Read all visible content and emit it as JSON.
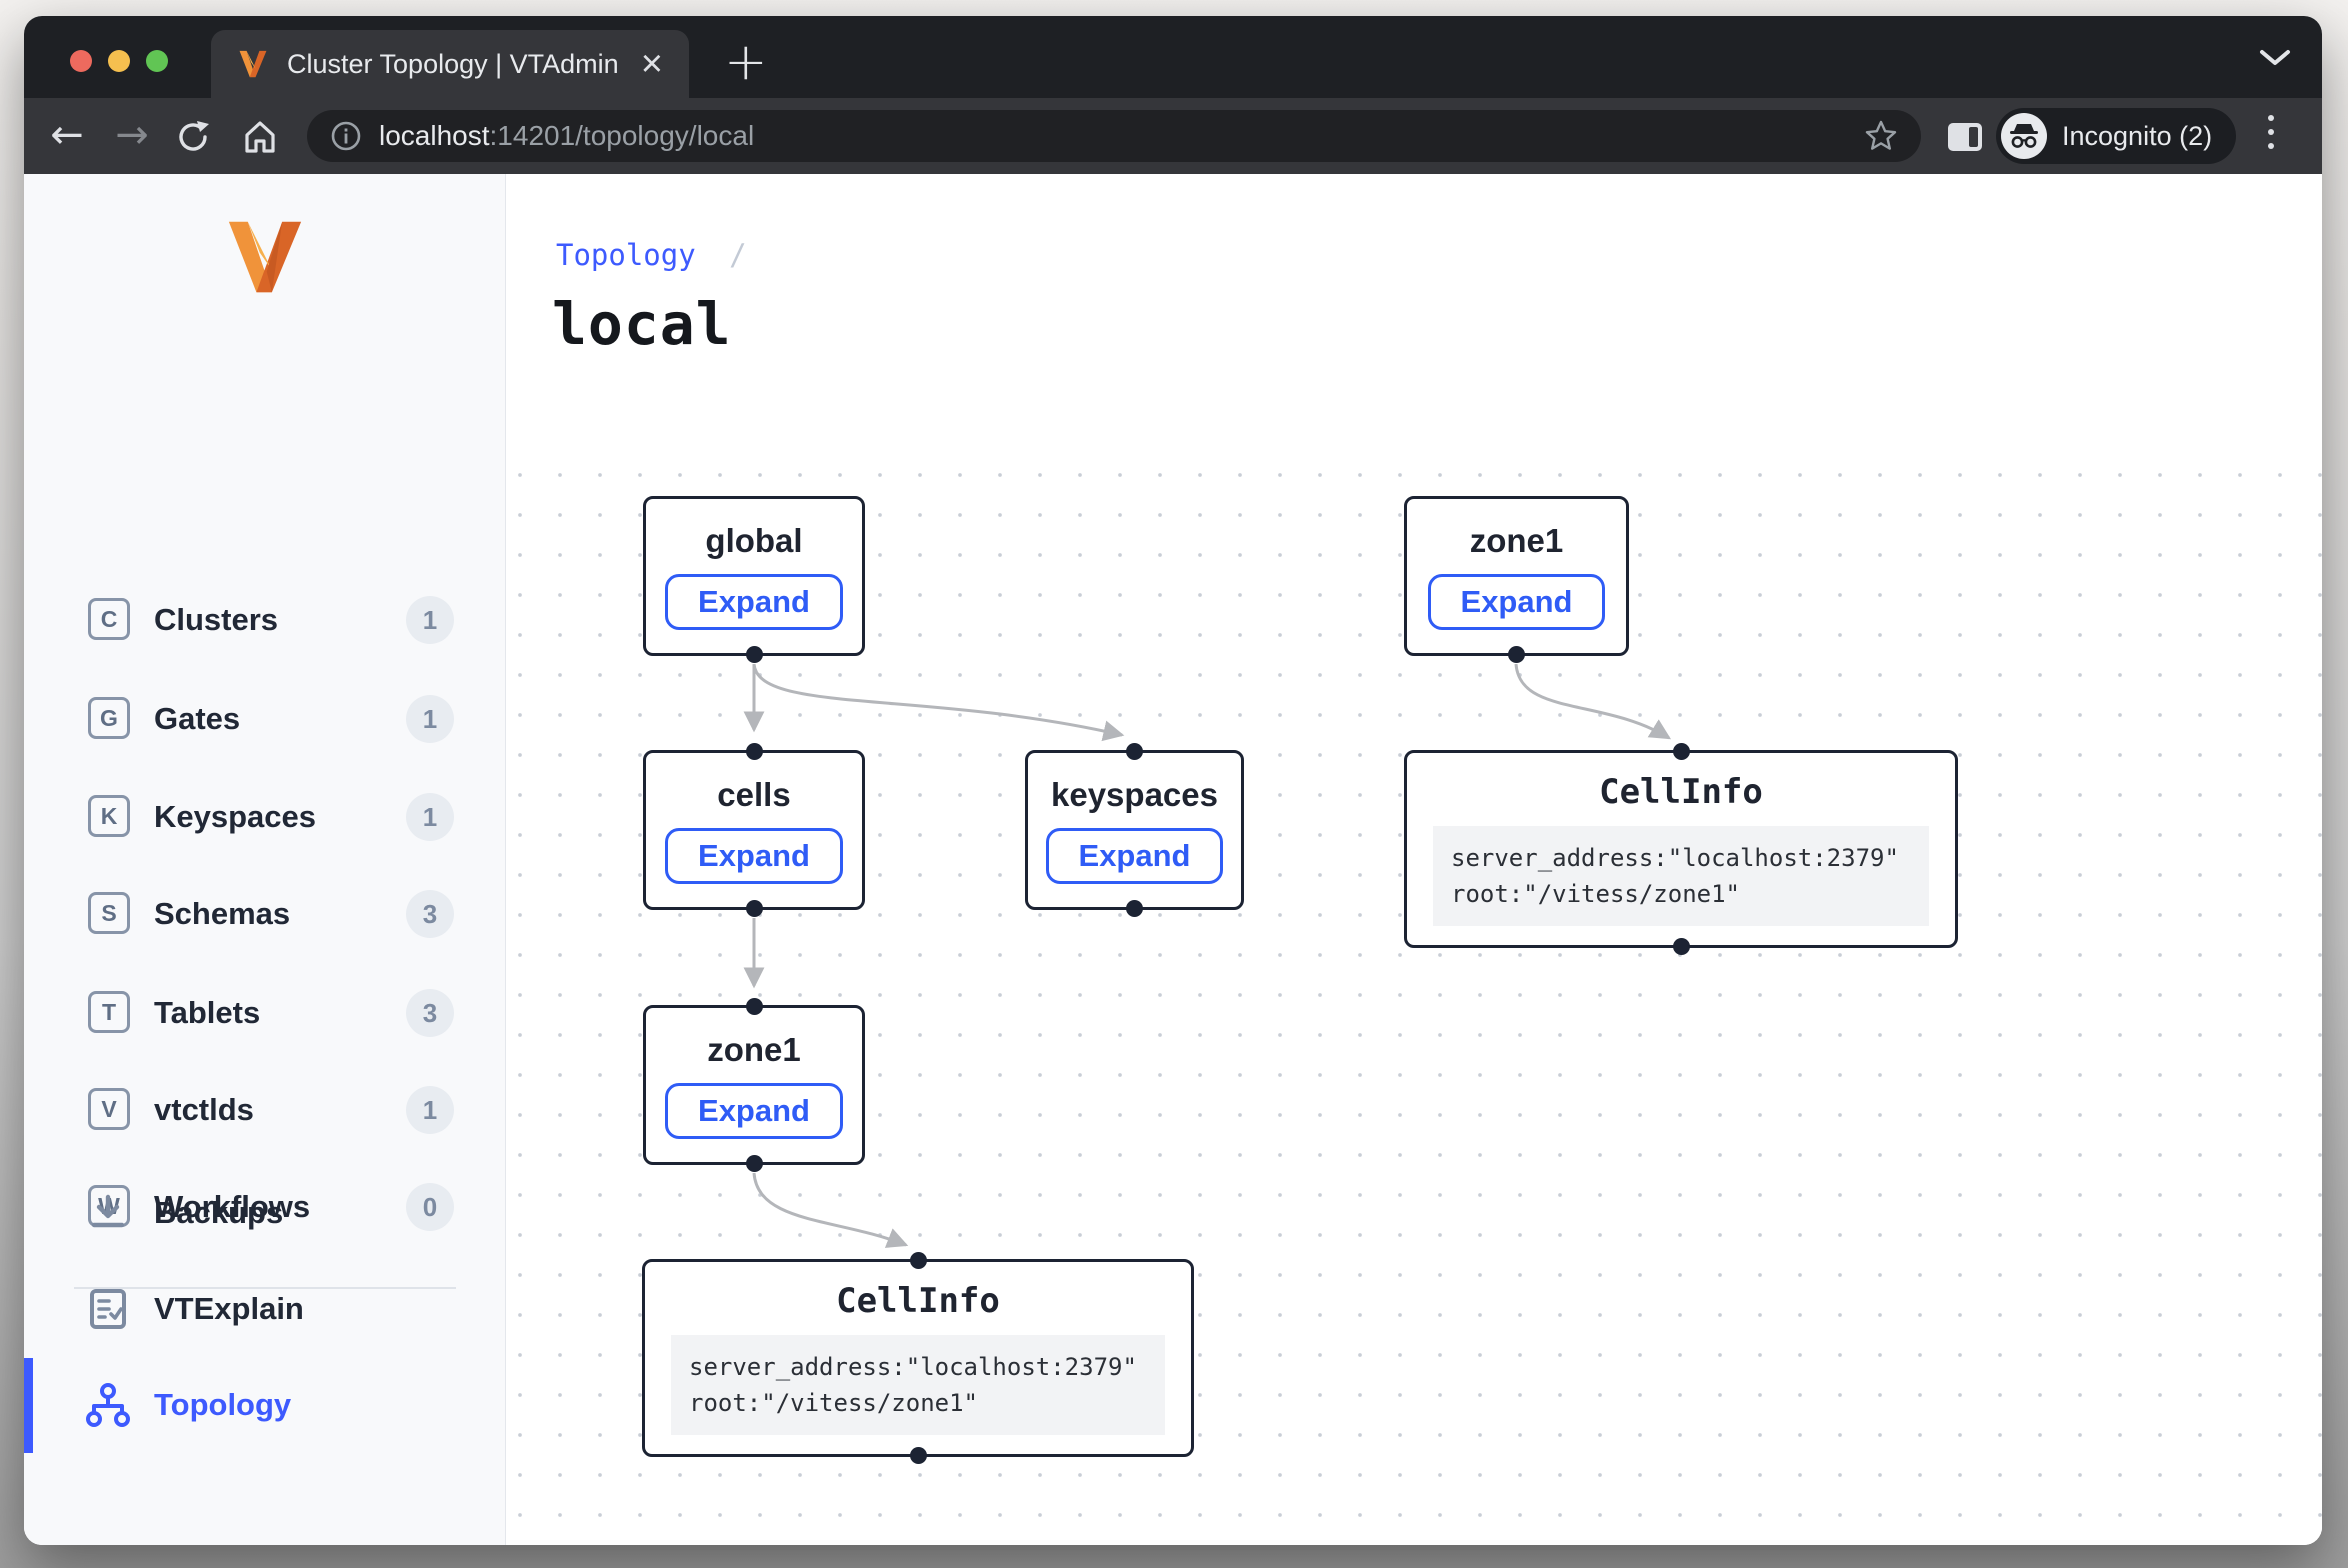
{
  "colors": {
    "accent": "#3d5afe",
    "node_border": "#1c2333",
    "edge": "#b4b6ba",
    "badge_bg": "#e8ecf1",
    "sidebar_bg": "#f8f9fb",
    "toolbar_bg": "#35363a",
    "tabstrip_bg": "#1e2024"
  },
  "browser": {
    "tab_title": "Cluster Topology | VTAdmin",
    "close_glyph": "×",
    "new_tab_glyph": "+",
    "url_host": "localhost",
    "url_path": ":14201/topology/local",
    "incognito_label": "Incognito (2)",
    "back_glyph": "←",
    "forward_glyph": "→"
  },
  "sidebar": {
    "items": [
      {
        "letter": "C",
        "label": "Clusters",
        "badge": "1"
      },
      {
        "letter": "G",
        "label": "Gates",
        "badge": "1"
      },
      {
        "letter": "K",
        "label": "Keyspaces",
        "badge": "1"
      },
      {
        "letter": "S",
        "label": "Schemas",
        "badge": "3"
      },
      {
        "letter": "T",
        "label": "Tablets",
        "badge": "3"
      },
      {
        "letter": "V",
        "label": "vtctlds",
        "badge": "1"
      },
      {
        "letter": "W",
        "label": "Workflows",
        "badge": "0"
      }
    ],
    "tools": [
      {
        "icon": "download-icon",
        "label": "Backups"
      },
      {
        "icon": "document-check-icon",
        "label": "VTExplain"
      },
      {
        "icon": "topology-icon",
        "label": "Topology",
        "active": true
      }
    ]
  },
  "main": {
    "breadcrumb": "Topology",
    "breadcrumb_sep": "/",
    "title": "local"
  },
  "canvas": {
    "nodes": [
      {
        "id": "global",
        "title": "global",
        "button": "Expand"
      },
      {
        "id": "zone1-top",
        "title": "zone1",
        "button": "Expand"
      },
      {
        "id": "cells",
        "title": "cells",
        "button": "Expand"
      },
      {
        "id": "keyspaces",
        "title": "keyspaces",
        "button": "Expand"
      },
      {
        "id": "cellinfo-right",
        "title": "CellInfo",
        "code_line1": "server_address:\"localhost:2379\"",
        "code_line2": "root:\"/vitess/zone1\""
      },
      {
        "id": "zone1-low",
        "title": "zone1",
        "button": "Expand"
      },
      {
        "id": "cellinfo-bottom",
        "title": "CellInfo",
        "code_line1": "server_address:\"localhost:2379\"",
        "code_line2": "root:\"/vitess/zone1\""
      }
    ],
    "edges": [
      "global→cells",
      "global→keyspaces",
      "cells→zone1",
      "zone1→CellInfo(bottom)",
      "zone1(top)→CellInfo(right)"
    ]
  }
}
